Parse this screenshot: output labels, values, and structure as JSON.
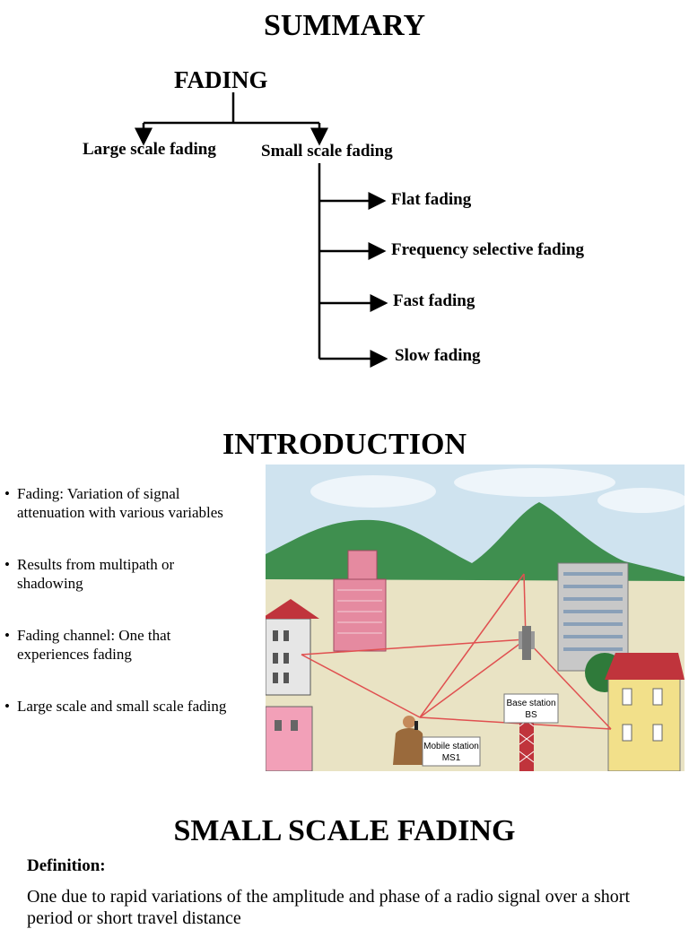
{
  "summary": {
    "title": "SUMMARY",
    "root": "FADING",
    "branches": [
      "Large scale fading",
      "Small scale fading"
    ],
    "sub_branches": [
      "Flat fading",
      "Frequency selective fading",
      "Fast fading",
      "Slow fading"
    ]
  },
  "introduction": {
    "title": "INTRODUCTION",
    "bullets": [
      [
        "Fading: Variation of signal",
        "attenuation with various variables"
      ],
      [
        "Results from multipath or",
        "shadowing"
      ],
      [
        "Fading channel: One that",
        "experiences fading"
      ],
      [
        "Large scale and small scale fading"
      ]
    ],
    "illustration": {
      "base_station_label": [
        "Base station",
        "BS"
      ],
      "mobile_station_label": [
        "Mobile station",
        "MS1"
      ]
    }
  },
  "small_scale": {
    "title": "SMALL SCALE FADING",
    "definition_label": "Definition:",
    "definition_text": "One due to rapid variations of the amplitude and phase of a radio signal over a short period or short travel distance"
  },
  "colors": {
    "sky": "#cfe3ef",
    "mountain": "#3f8f4f",
    "ground": "#e9e3c4",
    "ray": "#e05050",
    "building_pink": "#e58aa0",
    "building_grey": "#c8c8c8",
    "roof_red": "#c0343c"
  }
}
